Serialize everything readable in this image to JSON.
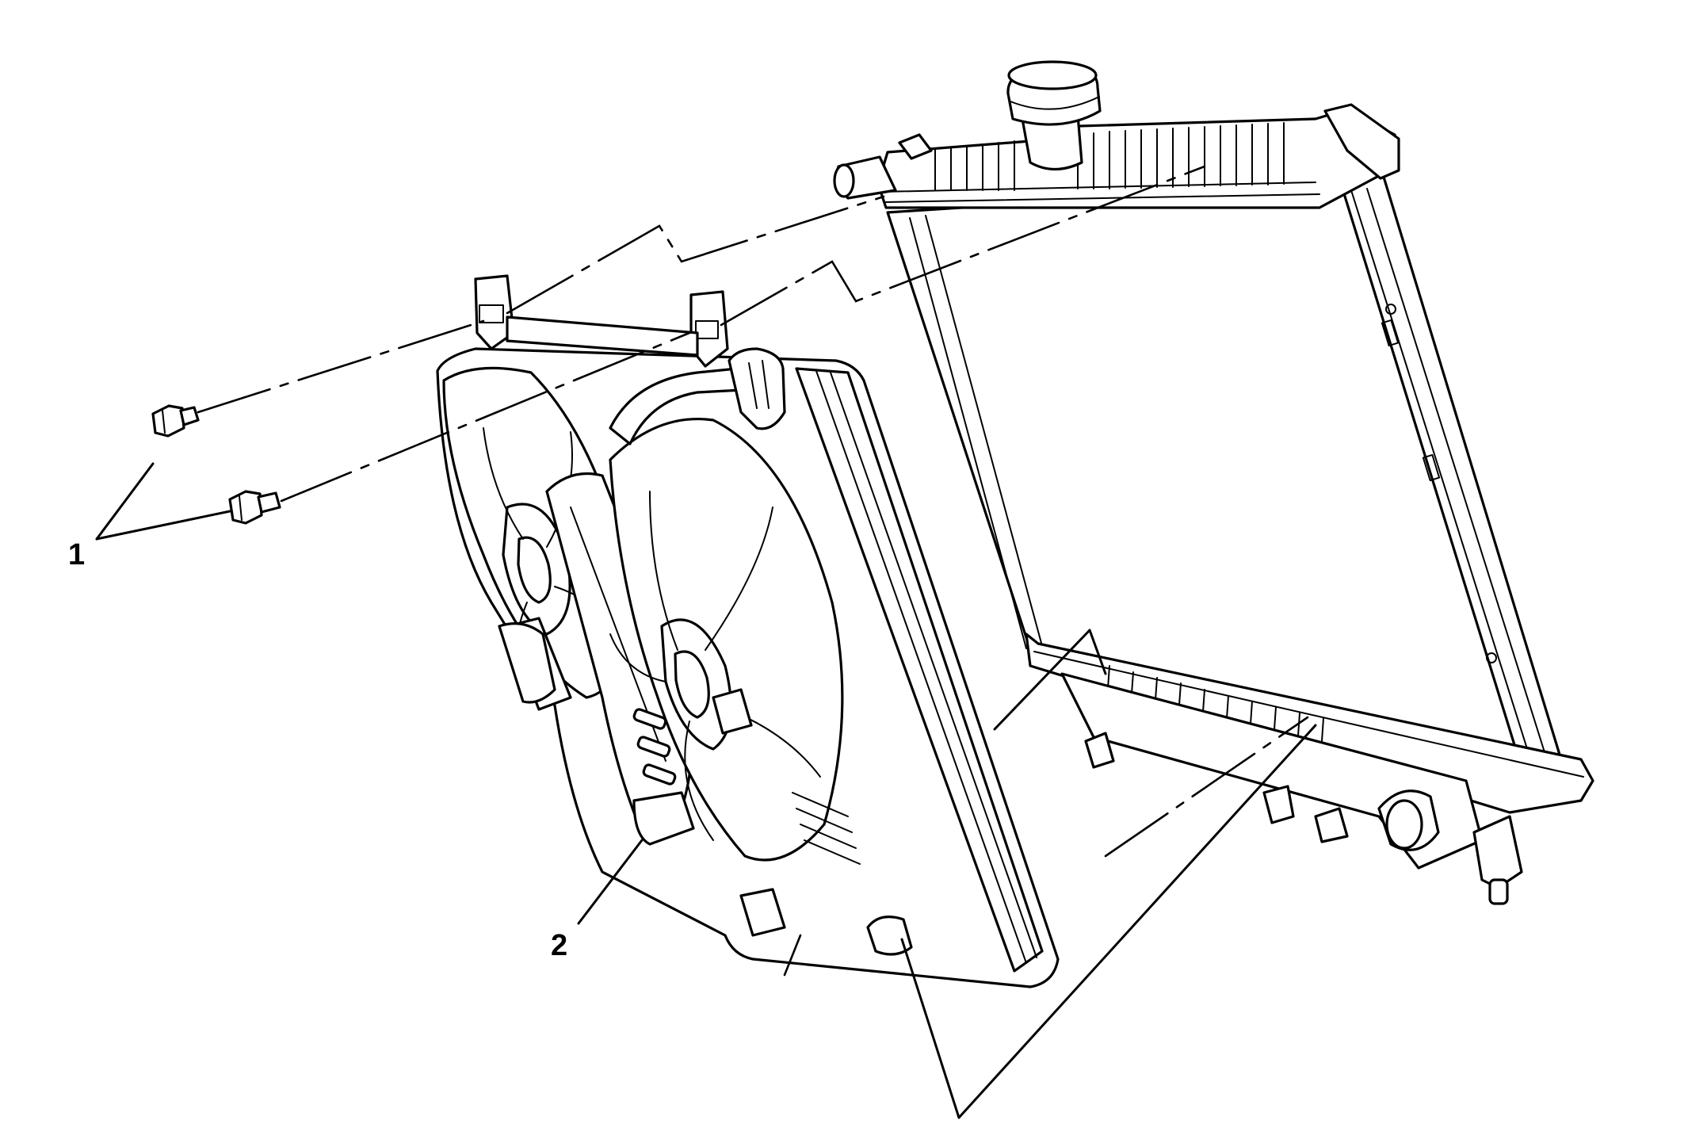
{
  "callouts": [
    {
      "id": "1",
      "text": "1"
    },
    {
      "id": "2",
      "text": "2"
    }
  ],
  "icons": {
    "radiator": "radiator-illustration",
    "fan_assembly": "cooling-fan-shroud-illustration",
    "bolt": "bolt-icon"
  }
}
